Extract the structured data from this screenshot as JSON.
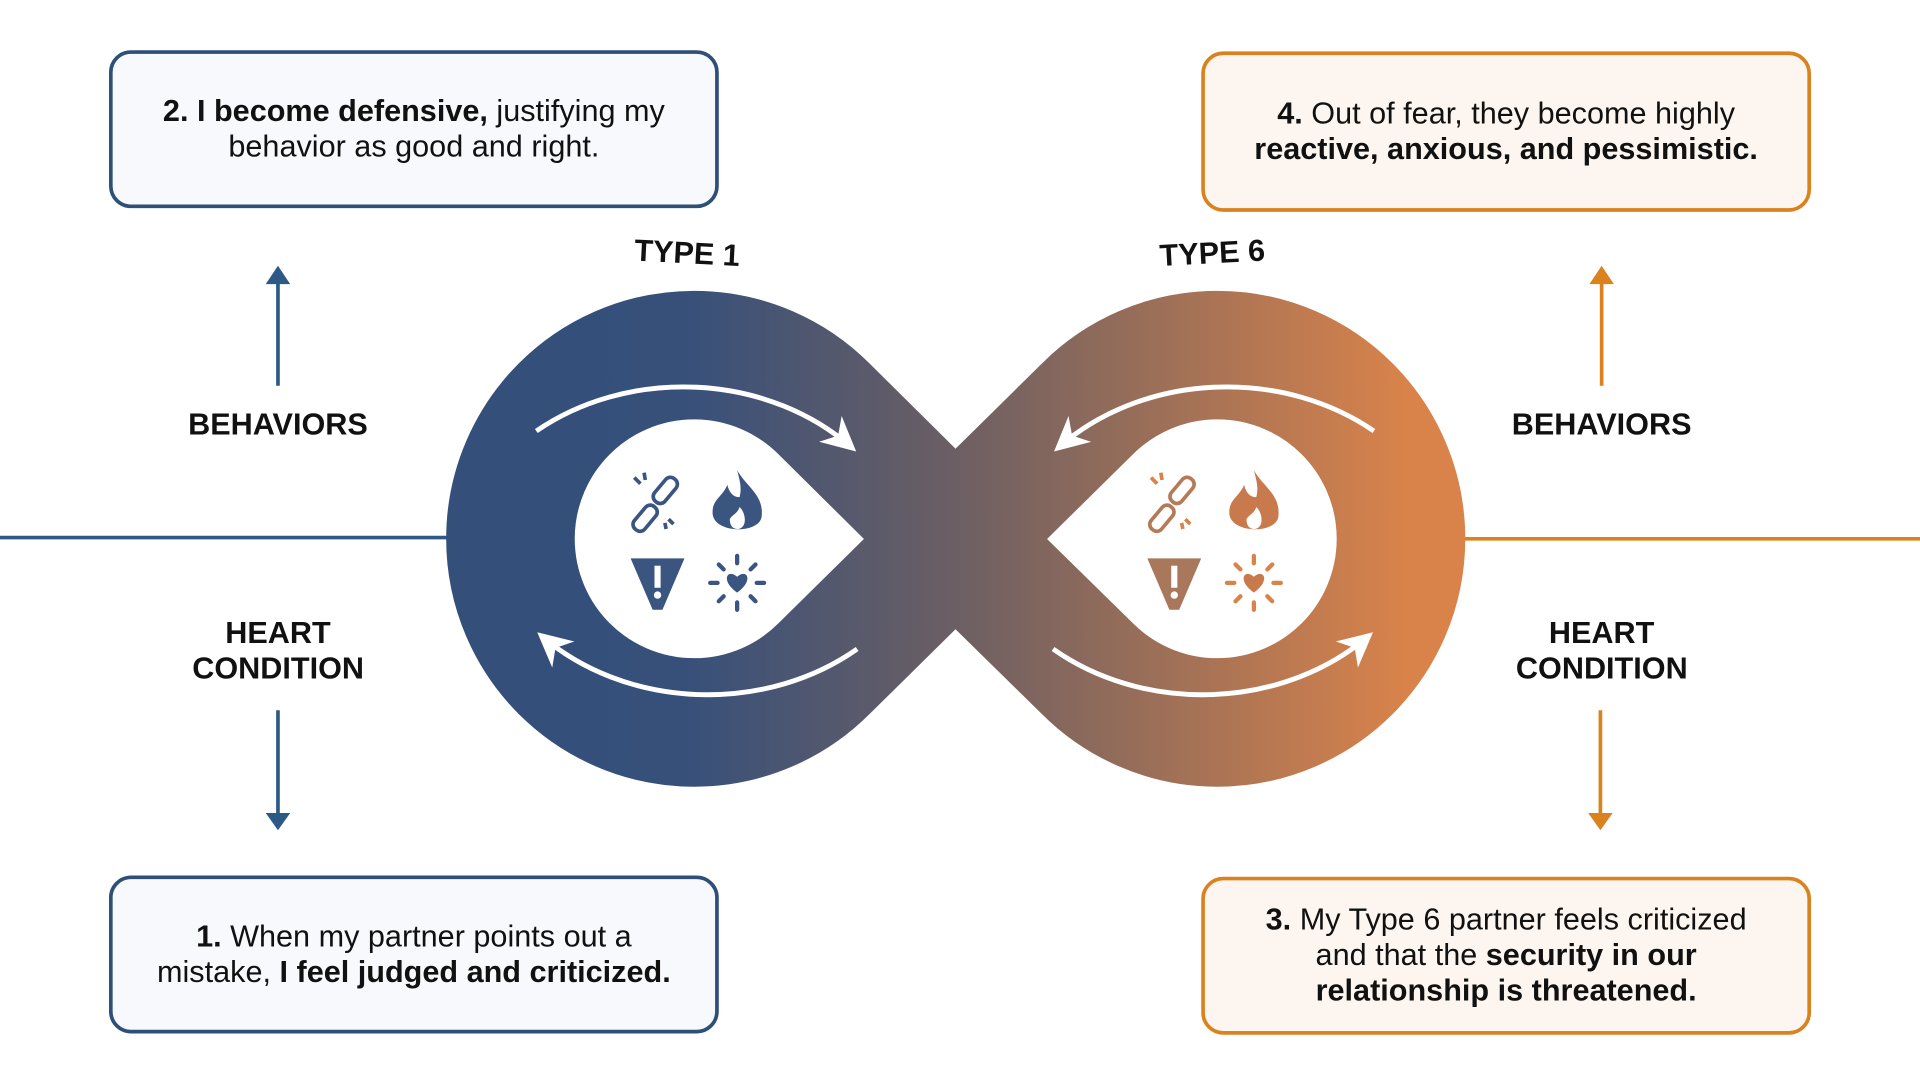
{
  "boxes": {
    "top_left": {
      "num": "2.",
      "bold": " I become defensive,",
      "rest": " justifying my behavior as good and right."
    },
    "top_right": {
      "num": "4.",
      "pre": " Out of fear, they become highly ",
      "bold": "reactive, anxious, and pessimistic."
    },
    "bottom_left": {
      "num": "1.",
      "pre": " When my partner points out a mistake, ",
      "bold": "I feel judged and criticized."
    },
    "bottom_right": {
      "num": "3.",
      "pre": " My Type 6 partner feels criticized and that the ",
      "bold": "security in our relationship is threatened."
    }
  },
  "labels": {
    "left_behaviors": "BEHAVIORS",
    "left_heart": "HEART CONDITION",
    "right_behaviors": "BEHAVIORS",
    "right_heart": "HEART CONDITION"
  },
  "types": {
    "left": "TYPE 1",
    "right": "TYPE 6"
  },
  "colors": {
    "blue": "#34507a",
    "orange": "#d9834a",
    "blue_line": "#2d5a85",
    "orange_line": "#d9821e"
  },
  "icons": [
    "broken-chain-icon",
    "flame-icon",
    "warning-shield-icon",
    "heart-burst-icon"
  ]
}
